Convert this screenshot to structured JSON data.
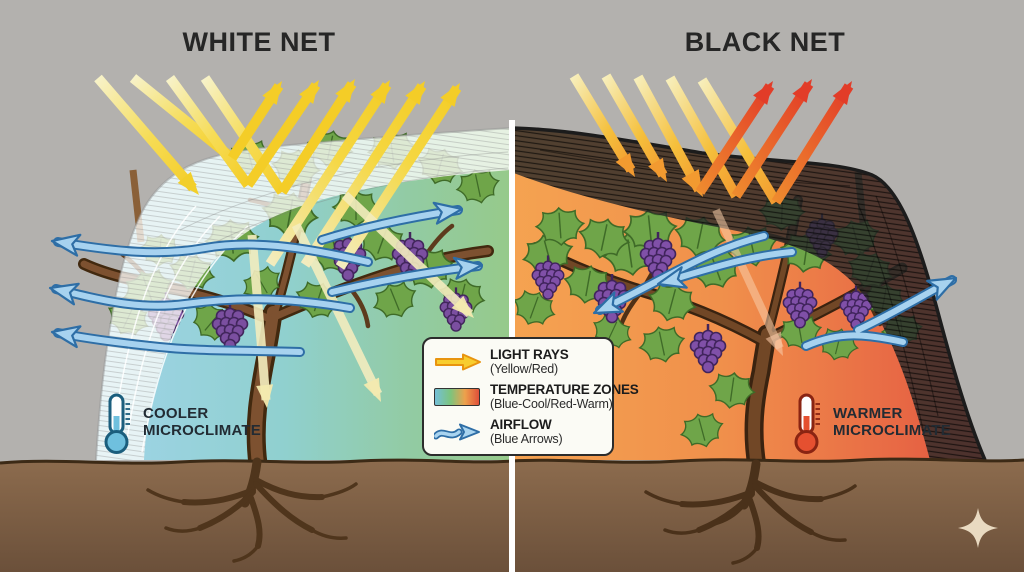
{
  "panels": {
    "left": {
      "title": "WHITE NET",
      "net_color": "white",
      "zone": "cool",
      "microclimate": {
        "line1": "COOLER",
        "line2": "MICROCLIMATE",
        "icon": "thermometer-cool-icon"
      }
    },
    "right": {
      "title": "BLACK NET",
      "net_color": "black",
      "zone": "warm",
      "microclimate": {
        "line1": "WARMER",
        "line2": "MICROCLIMATE",
        "icon": "thermometer-warm-icon"
      }
    }
  },
  "legend": {
    "items": [
      {
        "icon": "light-ray-arrow-icon",
        "label": "LIGHT RAYS",
        "sublabel": "(Yellow/Red)"
      },
      {
        "icon": "temperature-gradient-icon",
        "label": "TEMPERATURE ZONES",
        "sublabel": "(Blue-Cool/Red-Warm)"
      },
      {
        "icon": "airflow-arrow-icon",
        "label": "AIRFLOW",
        "sublabel": "(Blue Arrows)"
      }
    ]
  },
  "watermark": {
    "icon": "four-point-sparkle"
  },
  "colors": {
    "background": "#b3b1ae",
    "cool_zone_start": "#9fd4e8",
    "cool_zone_end": "#96ca8a",
    "warm_zone_start": "#f5a351",
    "warm_zone_end": "#e0523e",
    "white_net": "#f6f6f3",
    "black_net": "#2e2e2e",
    "light_ray_yellow": "#f4cd27",
    "light_ray_orange": "#f29a30",
    "light_ray_red": "#e23c28",
    "airflow_blue": "#a7d2ef",
    "airflow_outline": "#2e6ea6",
    "grapes": "#7b4fa0",
    "leaves": "#6fa549",
    "trunk": "#7d5130",
    "soil": "#8a6950",
    "cool_thermometer": "#6fc0de",
    "warm_thermometer": "#e55030"
  }
}
